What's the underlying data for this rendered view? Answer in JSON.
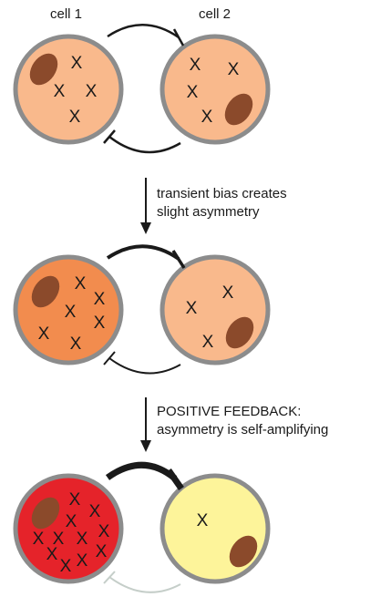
{
  "labels": {
    "cell1": "cell 1",
    "cell2": "cell 2"
  },
  "mark_glyph": "X",
  "steps": [
    {
      "line1": "transient bias creates",
      "line2": "slight asymmetry"
    },
    {
      "line1": "POSITIVE FEEDBACK:",
      "line2": "asymmetry is self-amplifying"
    }
  ],
  "colors": {
    "cell_border": "#8c8c8c",
    "nucleus": "#8b4a2b",
    "stage1_cell1": "#f9b98c",
    "stage1_cell2": "#f9b98c",
    "stage2_cell1": "#f28c4e",
    "stage2_cell2": "#f9b98c",
    "stage3_cell1": "#e5232a",
    "stage3_cell2": "#fdf49a",
    "inhibit_stage3_weak": "#c5cec9"
  }
}
